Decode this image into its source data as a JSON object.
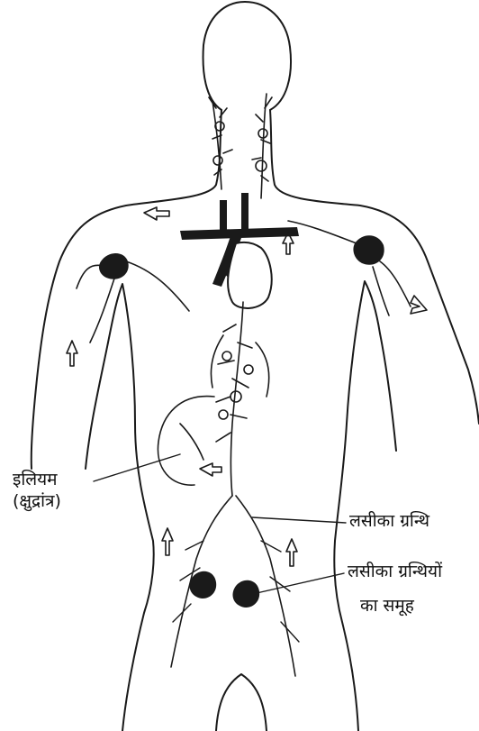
{
  "labels": {
    "ileum_line1": "इलियम",
    "ileum_line2": "(क्षुद्रांत्र)",
    "lymph_node": "लसीका ग्रन्थि",
    "node_group_line1": "लसीका ग्रन्थियों",
    "node_group_line2": "का समूह"
  },
  "colors": {
    "ink": "#1a1a1a",
    "background": "#ffffff"
  },
  "icons": [
    "flow-arrow-icon"
  ]
}
